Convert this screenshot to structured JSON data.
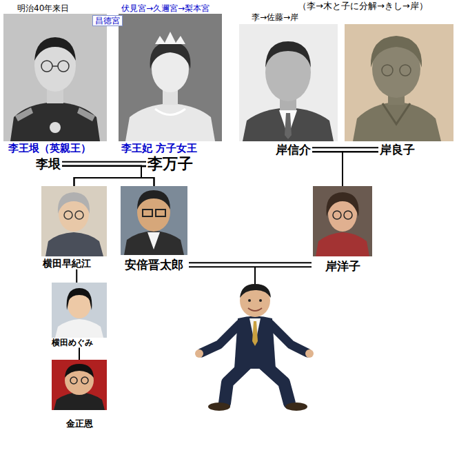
{
  "diagram": {
    "nodes": [
      {
        "text": [
          "李垠"
        ]
      },
      {
        "text": [
          "李万子"
        ]
      },
      {
        "text": [
          "岸信介"
        ]
      },
      {
        "text": [
          "岸良子"
        ]
      },
      {
        "text": [
          "横田早紀江"
        ]
      },
      {
        "text": [
          "安倍晋太郎"
        ]
      },
      {
        "text": [
          "岸洋子"
        ]
      },
      {
        "text": [
          "横田めぐみ"
        ]
      },
      {
        "text": [
          "金正恩"
        ]
      }
    ],
    "edges": [
      {
        "from": 0,
        "to": 1,
        "arrow": "none"
      },
      {
        "from": 2,
        "to": 3,
        "arrow": "none"
      },
      {
        "from": 0,
        "to": 4,
        "arrow": "none"
      },
      {
        "from": 1,
        "to": 4,
        "arrow": "none"
      },
      {
        "from": 0,
        "to": 5,
        "arrow": "none"
      },
      {
        "from": 1,
        "to": 5,
        "arrow": "none"
      },
      {
        "from": 2,
        "to": 6,
        "arrow": "none"
      },
      {
        "from": 3,
        "to": 6,
        "arrow": "none"
      },
      {
        "from": 5,
        "to": 6,
        "arrow": "none"
      },
      {
        "from": 4,
        "to": 7,
        "arrow": "none"
      },
      {
        "from": 7,
        "to": 8,
        "arrow": "none"
      }
    ],
    "labels": [
      "明治40年来日",
      "昌徳宮",
      "伏見宮→久邇宮→梨本宮",
      "（李→木と子に分解→きし→岸）",
      "李→佐藤→岸",
      "李王垠（英親王）",
      "李王妃 方子女王"
    ]
  }
}
